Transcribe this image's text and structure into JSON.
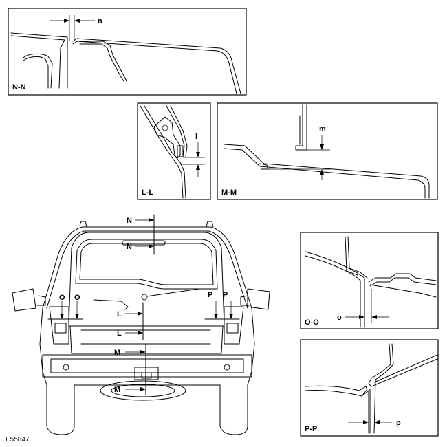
{
  "figure_id": "E55847",
  "sections": {
    "nn": {
      "title": "N-N",
      "dim": "n"
    },
    "ll": {
      "title": "L-L",
      "dim": "l"
    },
    "mm": {
      "title": "M-M",
      "dim": "m"
    },
    "oo": {
      "title": "O-O",
      "dim": "o"
    },
    "pp": {
      "title": "P-P",
      "dim": "p"
    }
  },
  "vehicle_markers": {
    "n_top": "N",
    "n_bottom": "N",
    "o_left": "O",
    "o_right": "O",
    "p_left": "P",
    "p_right": "P",
    "l_top": "L",
    "l_bottom": "L",
    "m_top": "M",
    "m_bottom": "M"
  }
}
